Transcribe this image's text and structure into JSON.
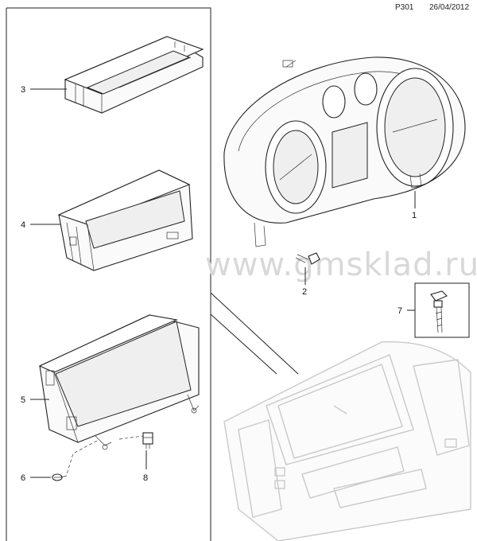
{
  "header": {
    "page_code": "P301",
    "date": "26/04/2012"
  },
  "watermark": "www.gmsklad.ru",
  "callouts": [
    {
      "id": "c1",
      "label": "1"
    },
    {
      "id": "c2",
      "label": "2"
    },
    {
      "id": "c3",
      "label": "3"
    },
    {
      "id": "c4",
      "label": "4"
    },
    {
      "id": "c5",
      "label": "5"
    },
    {
      "id": "c6",
      "label": "6"
    },
    {
      "id": "c7",
      "label": "7"
    },
    {
      "id": "c8",
      "label": "8"
    }
  ]
}
